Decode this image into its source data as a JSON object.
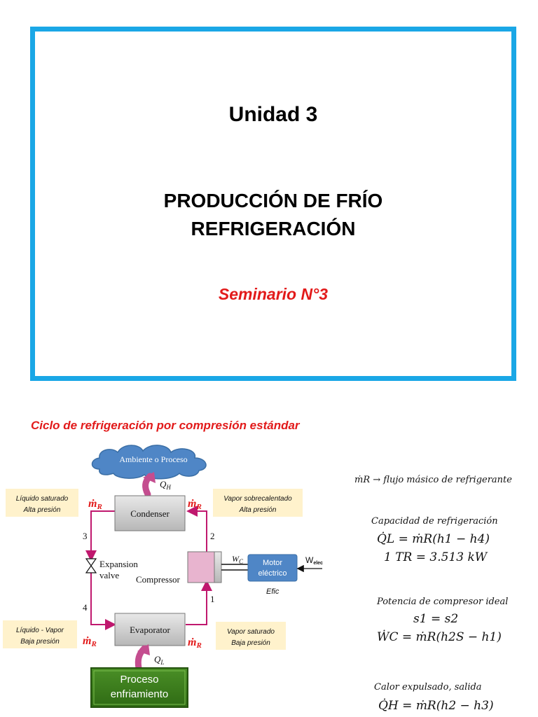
{
  "slide1": {
    "unit": "Unidad  3",
    "title_line1": "PRODUCCIÓN DE FRÍO",
    "title_line2": "REFRIGERACIÓN",
    "seminar": "Seminario N°3"
  },
  "diagram": {
    "title": "Ciclo de refrigeración por compresión estándar",
    "cloud_label": "Ambiente o Proceso",
    "qh_label": "Q",
    "qh_sub": "H",
    "ql_label": "Q",
    "ql_sub": "L",
    "condenser": "Condenser",
    "evaporator": "Evaporator",
    "compressor": "Compressor",
    "expansion_line1": "Expansion",
    "expansion_line2": "valve",
    "wc_label": "W",
    "wc_sub": "C",
    "motor_line1": "Motor",
    "motor_line2": "eléctrico",
    "welec_label": "W",
    "welec_sub": "elec",
    "efic": "Efic",
    "point1": "1",
    "point2": "2",
    "point3": "3",
    "point4": "4",
    "mr_label": "ṁ",
    "mr_sub": "R",
    "box_top_left_1": "Líquido saturado",
    "box_top_left_2": "Alta presión",
    "box_top_right_1": "Vapor sobrecalentado",
    "box_top_right_2": "Alta presión",
    "box_bottom_left_1": "Líquido - Vapor",
    "box_bottom_left_2": "Baja presión",
    "box_bottom_right_1": "Vapor saturado",
    "box_bottom_right_2": "Baja presión",
    "process_line1": "Proceso",
    "process_line2": "enfriamiento"
  },
  "equations": {
    "flow_def": "ṁR → flujo másico de refrigerante",
    "capacity_label": "Capacidad de refrigeración",
    "capacity_eq": "Q̇L = ṁR(h1 − h4)",
    "tr_eq": "1 TR = 3.513 kW",
    "compressor_label": "Potencia de compresor ideal",
    "s_eq": "s1 = s2",
    "wc_eq": "ẆC = ṁR(h2S − h1)",
    "heat_label": "Calor expulsado, salida",
    "qh_eq": "Q̇H = ṁR(h2 − h3)"
  },
  "colors": {
    "frame_blue": "#1aa7e6",
    "accent_red": "#e21a1a",
    "pipe_magenta": "#c0186e",
    "cloud_blue": "#4f86c6",
    "motor_blue": "#4f86c6",
    "note_yellow": "#fff2cc",
    "process_green": "#3d7a1f"
  }
}
